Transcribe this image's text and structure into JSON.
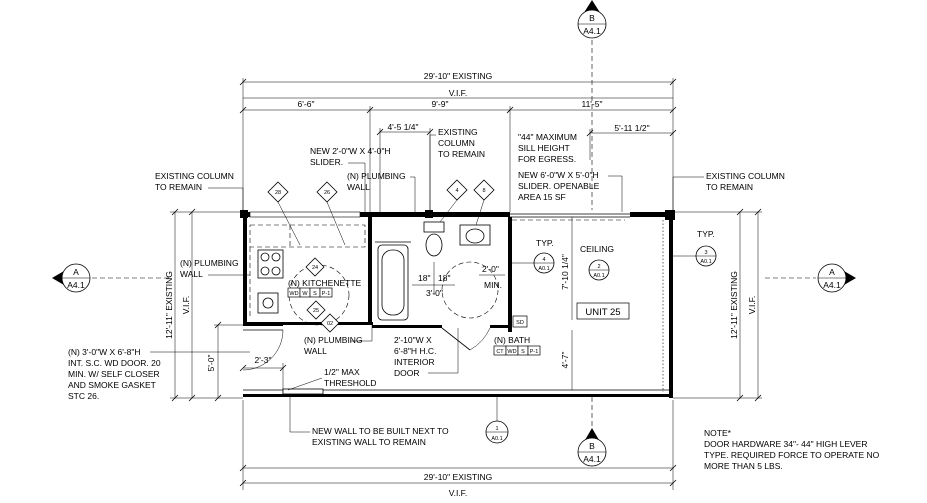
{
  "dimensions": {
    "overall_top": "29'-10\" EXISTING",
    "vif_top": "V.I.F.",
    "seg1": "6'-6\"",
    "seg2": "9'-9\"",
    "seg3": "11'-5\"",
    "seg_column": "4'-5 1/4\"",
    "seg_right": "5'-11 1/2\"",
    "overall_bottom": "29'-10\" EXISTING",
    "vif_bottom": "V.I.F.",
    "left_height": "12'-11\" EXISTING",
    "left_vif": "V.I.F.",
    "right_height": "12'-11\" EXISTING",
    "right_vif": "V.I.F.",
    "entry_depth": "5'-0\"",
    "entry_width": "2'-3\"",
    "bath_h": "7'-10 1/4\"",
    "bath_lower": "4'-7\"",
    "fix18a": "18\"",
    "fix18b": "18\"",
    "fix30": "3'-0\"",
    "fix20": "2'-0\"",
    "fix_min": "MIN."
  },
  "notes": {
    "existing_column_left": [
      "EXISTING COLUMN",
      "TO REMAIN"
    ],
    "existing_column_center": [
      "EXISTING",
      "COLUMN",
      "TO REMAIN"
    ],
    "existing_column_right": [
      "EXISTING COLUMN",
      "TO REMAIN"
    ],
    "new_slider": [
      "NEW 2'-0\"W X 4'-0\"H",
      "SLIDER."
    ],
    "plumbing_top": [
      "(N) PLUMBING",
      "WALL"
    ],
    "plumbing_left": [
      "(N) PLUMBING",
      "WALL"
    ],
    "plumbing_bottom": [
      "(N) PLUMBING",
      "WALL"
    ],
    "sill": [
      "\"44\" MAXIMUM",
      "SILL HEIGHT",
      "FOR EGRESS."
    ],
    "slider_egress": [
      "NEW 6'-0\"W X 5'-0\"H",
      "SLIDER. OPENABLE",
      "AREA 15 SF"
    ],
    "entry_door": [
      "(N) 3'-0\"W X 6'-8\"H",
      "INT. S.C. WD DOOR. 20",
      "MIN. W/ SELF CLOSER",
      "AND SMOKE GASKET",
      "STC 26."
    ],
    "threshold": [
      "1/2\" MAX",
      "THRESHOLD"
    ],
    "interior_door": [
      "2'-10\"W X",
      "6'-8\"H H.C.",
      "INTERIOR",
      "DOOR"
    ],
    "new_wall": [
      "NEW WALL TO BE BUILT NEXT TO",
      "EXISTING WALL TO REMAIN"
    ],
    "note_title": "NOTE*",
    "note_body": [
      "DOOR HARDWARE 34\"- 44\" HIGH LEVER",
      "TYPE. REQUIRED FORCE TO OPERATE NO",
      "MORE THAN 5 LBS."
    ]
  },
  "rooms": {
    "kitchenette": "(N) KITCHENETTE",
    "kitchen_tags": [
      "WD",
      "W",
      "S",
      "P-1"
    ],
    "bath": "(N) BATH",
    "bath_tags": [
      "CT",
      "WD",
      "S",
      "P-1"
    ],
    "unit": "UNIT 25",
    "sd": "SD"
  },
  "tags": {
    "ceiling_label": "CEILING",
    "ceiling_num": "2",
    "ceiling_ref": "A0.1",
    "typ_label": "TYP.",
    "typ_num": "4",
    "typ_ref": "A0.1",
    "typ2_label": "TYP.",
    "typ2_num": "3",
    "typ2_ref": "A0.1",
    "bottom_num": "1",
    "bottom_ref": "A0.1"
  },
  "keynotes": [
    "28",
    "26",
    "4",
    "8",
    "24",
    "25",
    "02"
  ],
  "sections": {
    "top": {
      "letter": "B",
      "sheet": "A4.1"
    },
    "bottom": {
      "letter": "B",
      "sheet": "A4.1"
    },
    "left": {
      "letter": "A",
      "sheet": "A4.1"
    },
    "right": {
      "letter": "A",
      "sheet": "A4.1"
    }
  }
}
